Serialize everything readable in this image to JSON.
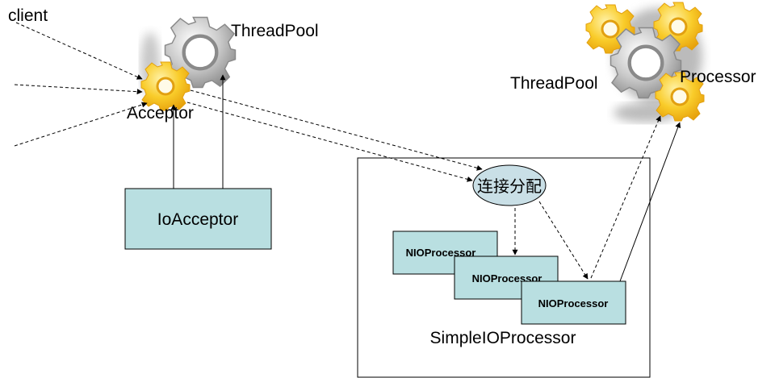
{
  "labels": {
    "client": "client",
    "acceptor": "Acceptor",
    "threadpool_left": "ThreadPool",
    "ioacceptor": "IoAcceptor",
    "dispatch": "连接分配",
    "nio_1": "NIOProcessor",
    "nio_2": "NIOProcessor",
    "nio_3": "NIOProcessor",
    "simple_io_processor": "SimpleIOProcessor",
    "threadpool_right": "ThreadPool",
    "processor": "Processor"
  },
  "colors": {
    "box_fill": "#b9dfe1",
    "ellipse_fill": "#c9dfe6",
    "gear_gold": "#f7c21d",
    "gear_gray": "#a9a9a9"
  },
  "edges": [
    {
      "from": "client",
      "to": "acceptor",
      "style": "dashed"
    },
    {
      "from": "client-2",
      "to": "acceptor",
      "style": "dashed"
    },
    {
      "from": "client-3",
      "to": "acceptor",
      "style": "dashed"
    },
    {
      "from": "ioacceptor",
      "to": "acceptor",
      "style": "solid"
    },
    {
      "from": "ioacceptor",
      "to": "threadpool_left",
      "style": "solid"
    },
    {
      "from": "acceptor",
      "to": "dispatch",
      "style": "dashed"
    },
    {
      "from": "acceptor",
      "to": "dispatch",
      "style": "dashed"
    },
    {
      "from": "dispatch",
      "to": "nio_2",
      "style": "dashed"
    },
    {
      "from": "dispatch",
      "to": "nio_3",
      "style": "dashed"
    },
    {
      "from": "nio_3",
      "to": "processor",
      "style": "dashed"
    },
    {
      "from": "nio_3",
      "to": "processor",
      "style": "solid"
    }
  ]
}
